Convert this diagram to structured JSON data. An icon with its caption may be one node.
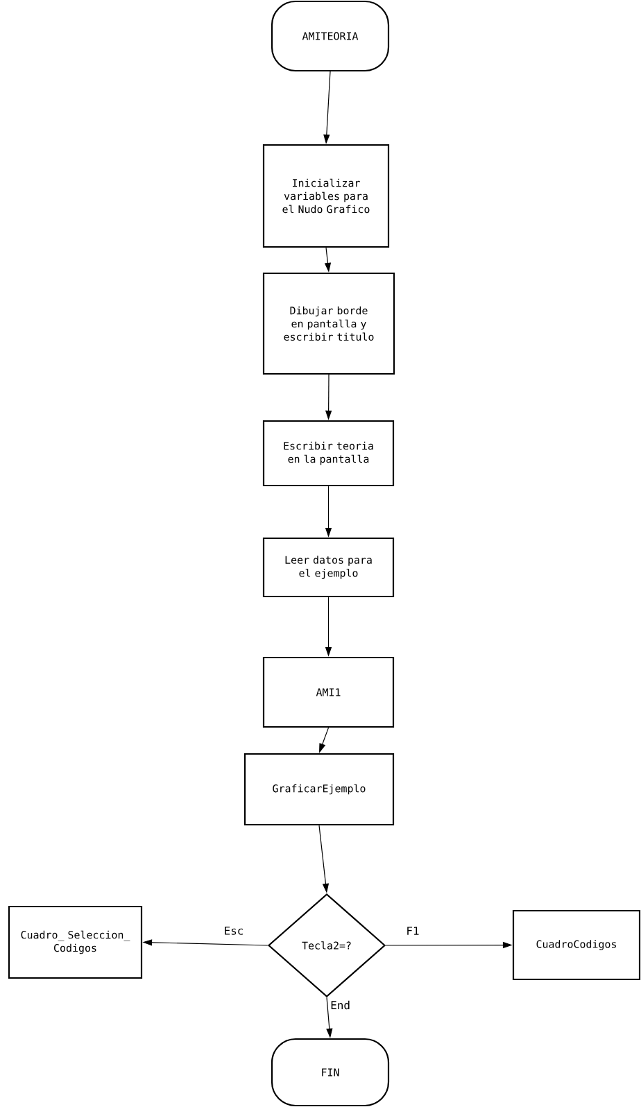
{
  "diagram": {
    "nodes": [
      {
        "text": [
          "AMITEORIA"
        ]
      },
      {
        "text": [
          "Inicializar variables para el Nudo Grafico"
        ]
      },
      {
        "text": [
          "Dibujar borde en pantalla y escribir titulo"
        ]
      },
      {
        "text": [
          "Escribir teoria en la pantalla"
        ]
      },
      {
        "text": [
          "Leer datos para el ejemplo"
        ]
      },
      {
        "text": [
          "AMI1"
        ]
      },
      {
        "text": [
          "GraficarEjemplo"
        ]
      },
      {
        "text": [
          "Tecla2=?"
        ]
      },
      {
        "text": [
          "Cuadro_ Seleccion_ Codigos"
        ]
      },
      {
        "text": [
          "CuadroCodigos"
        ]
      },
      {
        "text": [
          "FIN"
        ]
      }
    ],
    "edges": [
      {
        "from": 0,
        "to": 1,
        "arrow": "to"
      },
      {
        "from": 1,
        "to": 2,
        "arrow": "to"
      },
      {
        "from": 2,
        "to": 3,
        "arrow": "to"
      },
      {
        "from": 3,
        "to": 4,
        "arrow": "to"
      },
      {
        "from": 4,
        "to": 5,
        "arrow": "to"
      },
      {
        "from": 5,
        "to": 6,
        "arrow": "to"
      },
      {
        "from": 6,
        "to": 7,
        "arrow": "to"
      },
      {
        "from": 7,
        "to": 8,
        "label": "Esc",
        "arrow": "to"
      },
      {
        "from": 7,
        "to": 9,
        "label": "F1",
        "arrow": "to"
      },
      {
        "from": 7,
        "to": 10,
        "label": "End",
        "arrow": "to"
      }
    ]
  }
}
